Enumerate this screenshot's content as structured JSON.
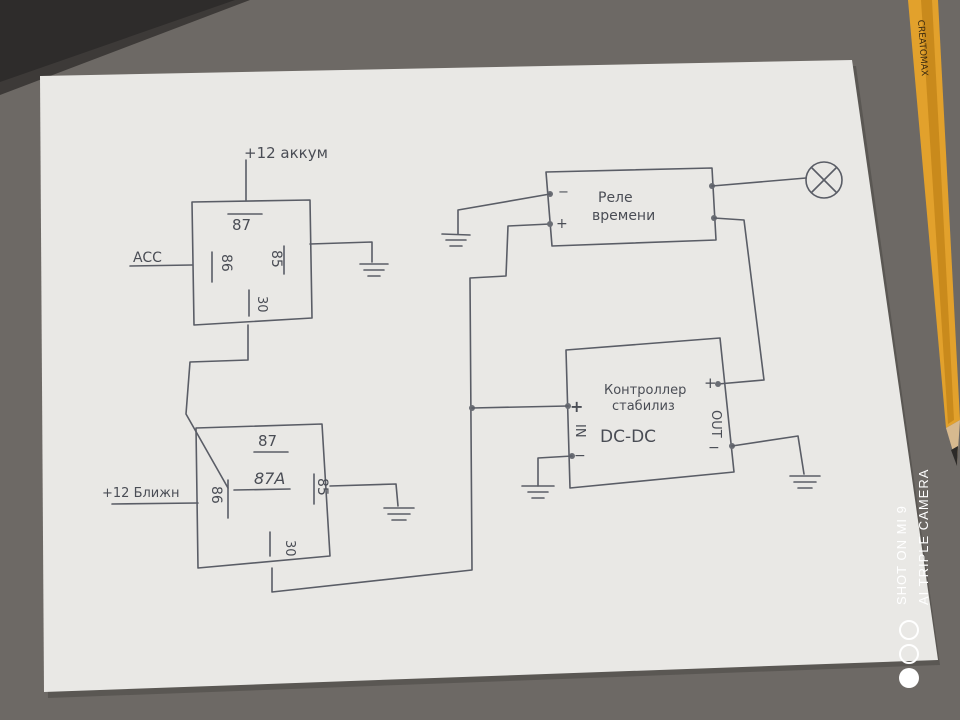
{
  "watermark": {
    "line1": "SHOT ON MI 9",
    "line2": "AI TRIPLE CAMERA"
  },
  "pencil_brand": "CREATOMAX",
  "schematic": {
    "relay1": {
      "supply_label": "+12 аккум",
      "input_label": "ACC",
      "pin_87": "87",
      "pin_86": "86",
      "pin_85": "85",
      "pin_30": "30"
    },
    "relay2": {
      "input_label": "+12 Ближн",
      "pin_87": "87",
      "pin_87a": "87A",
      "pin_86": "86",
      "pin_85": "85",
      "pin_30": "30"
    },
    "timer_relay": {
      "label_line1": "Реле",
      "label_line2": "времени",
      "minus": "−",
      "plus": "+"
    },
    "controller": {
      "label_line1": "Контроллер",
      "label_line2": "стабилиз",
      "label_line3": "DC-DC",
      "in_label": "IN",
      "out_label": "OUT",
      "in_plus": "+",
      "in_minus": "−",
      "out_plus": "+",
      "out_minus": "−"
    }
  }
}
